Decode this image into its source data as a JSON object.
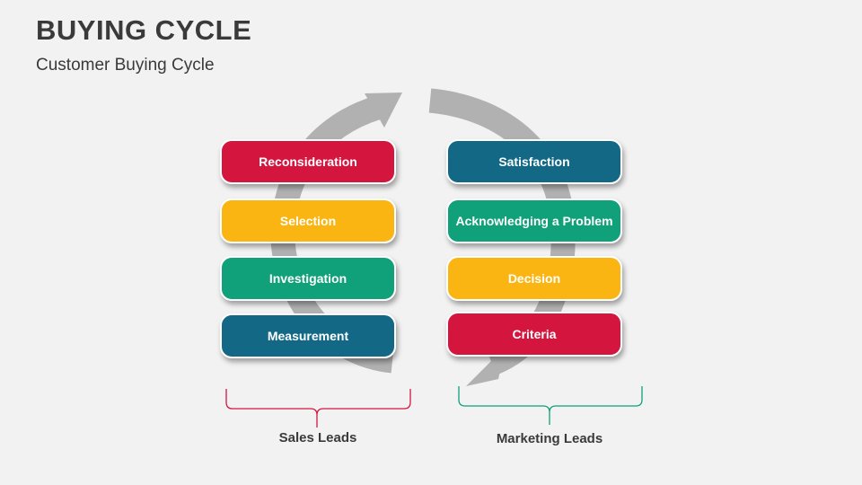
{
  "header": {
    "title": "BUYING CYCLE",
    "subtitle": "Customer Buying Cycle"
  },
  "left_column": {
    "items": [
      {
        "label": "Reconsideration",
        "color": "#d4163f"
      },
      {
        "label": "Selection",
        "color": "#fbb512"
      },
      {
        "label": "Investigation",
        "color": "#10a07a"
      },
      {
        "label": "Measurement",
        "color": "#136985"
      }
    ],
    "group_label": "Sales Leads",
    "bracket_color": "#d4163f"
  },
  "right_column": {
    "items": [
      {
        "label": "Satisfaction",
        "color": "#136985"
      },
      {
        "label": "Acknowledging a Problem",
        "color": "#10a07a"
      },
      {
        "label": "Decision",
        "color": "#fbb512"
      },
      {
        "label": "Criteria",
        "color": "#d4163f"
      }
    ],
    "group_label": "Marketing Leads",
    "bracket_color": "#10a07a"
  },
  "cycle_arrow_color": "#b1b1b1"
}
